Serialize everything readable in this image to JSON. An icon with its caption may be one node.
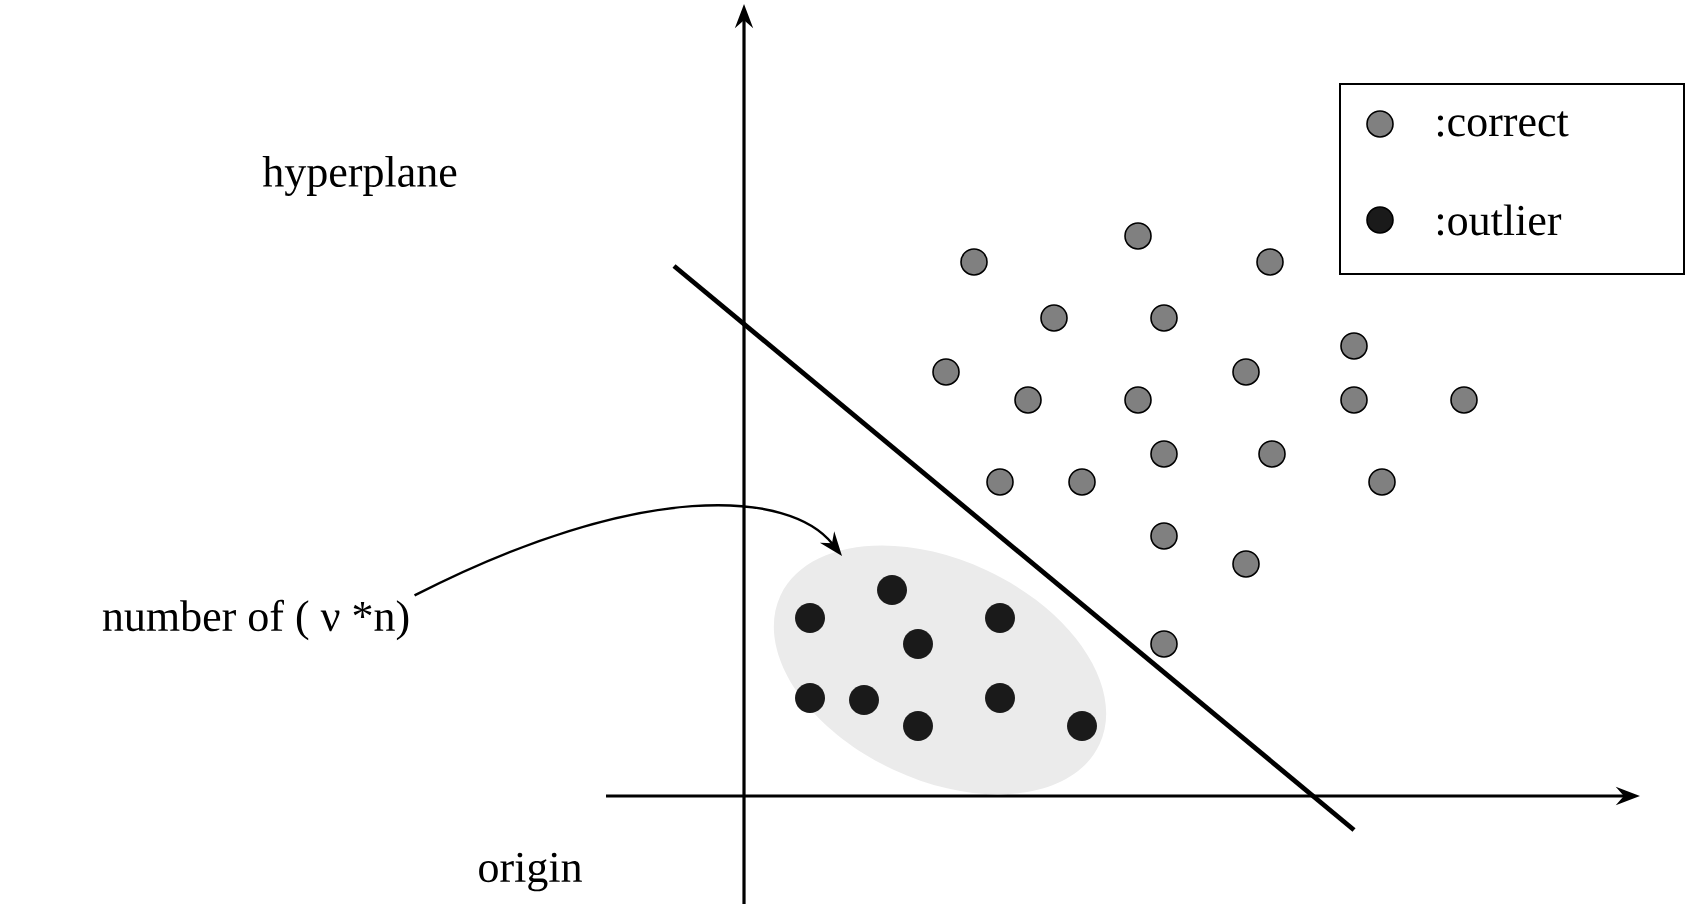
{
  "diagram": {
    "nodes": [
      {
        "text": [
          "number of ( ν *n)"
        ]
      },
      {
        "text": [],
        "shape": "ellipse"
      }
    ],
    "edges": [
      {
        "from": 0,
        "to": 1,
        "arrow": "to"
      }
    ],
    "labels": [
      "hyperplane",
      "origin"
    ],
    "legend": [
      {
        "text": ":correct",
        "color": "#808080"
      },
      {
        "text": ":outlier",
        "color": "#1a1a1a"
      }
    ]
  }
}
